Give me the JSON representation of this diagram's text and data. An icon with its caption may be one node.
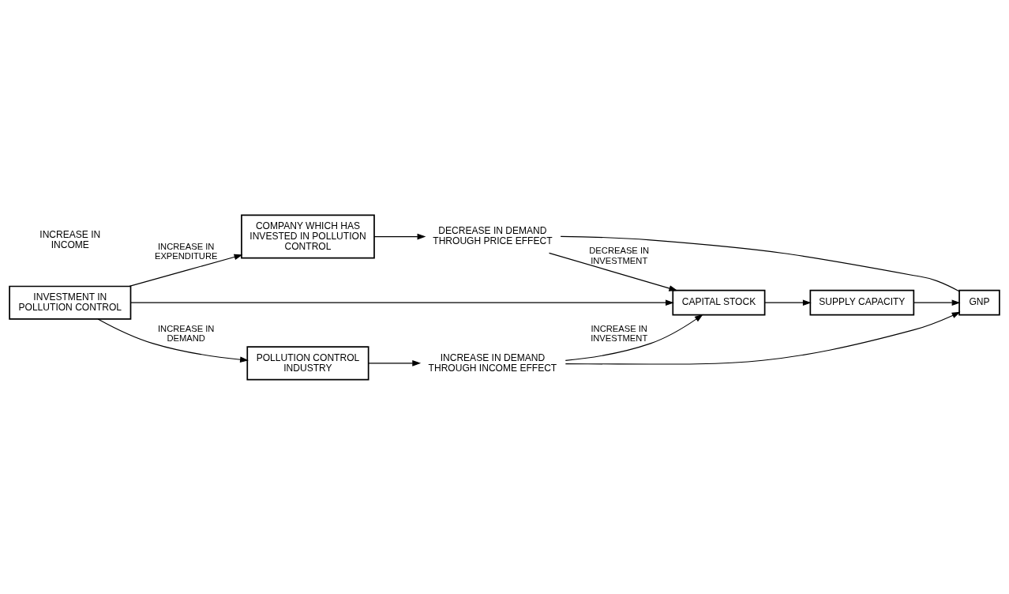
{
  "diagram": {
    "nodes": [
      {
        "text": [
          "INVESTMENT IN POLLUTION CONTROL"
        ]
      },
      {
        "text": [
          "COMPANY WHICH HAS INVESTED IN POLLUTION CONTROL"
        ]
      },
      {
        "text": [
          "CAPITAL STOCK"
        ]
      },
      {
        "text": [
          "SUPPLY CAPACITY"
        ]
      },
      {
        "text": [
          "GNP"
        ]
      },
      {
        "text": [
          "POLLUTION CONTROL INDUSTRY"
        ]
      },
      {
        "text": [
          "DECREASE IN DEMAND THROUGH PRICE EFFECT"
        ]
      },
      {
        "text": [
          "INCREASE IN DEMAND THROUGH INCOME EFFECT"
        ]
      }
    ],
    "edges": [
      {
        "from": 0,
        "to": 1,
        "arrow": "to",
        "label": "INCREASE IN EXPENDITURE"
      },
      {
        "from": 0,
        "to": 2,
        "arrow": "to"
      },
      {
        "from": 0,
        "to": 5,
        "arrow": "to",
        "label": "INCREASE IN DEMAND"
      },
      {
        "from": 1,
        "to": 6,
        "arrow": "to"
      },
      {
        "from": 6,
        "to": 2,
        "arrow": "to",
        "label": "DECREASE IN INVESTMENT"
      },
      {
        "from": 6,
        "to": 4,
        "arrow": "none"
      },
      {
        "from": 2,
        "to": 3,
        "arrow": "to"
      },
      {
        "from": 3,
        "to": 4,
        "arrow": "to"
      },
      {
        "from": 5,
        "to": 7,
        "arrow": "to"
      },
      {
        "from": 7,
        "to": 2,
        "arrow": "to",
        "label": "INCREASE IN INVESTMENT"
      },
      {
        "from": 7,
        "to": 4,
        "arrow": "to"
      }
    ],
    "labels": [
      "INCREASE IN INCOME"
    ]
  }
}
